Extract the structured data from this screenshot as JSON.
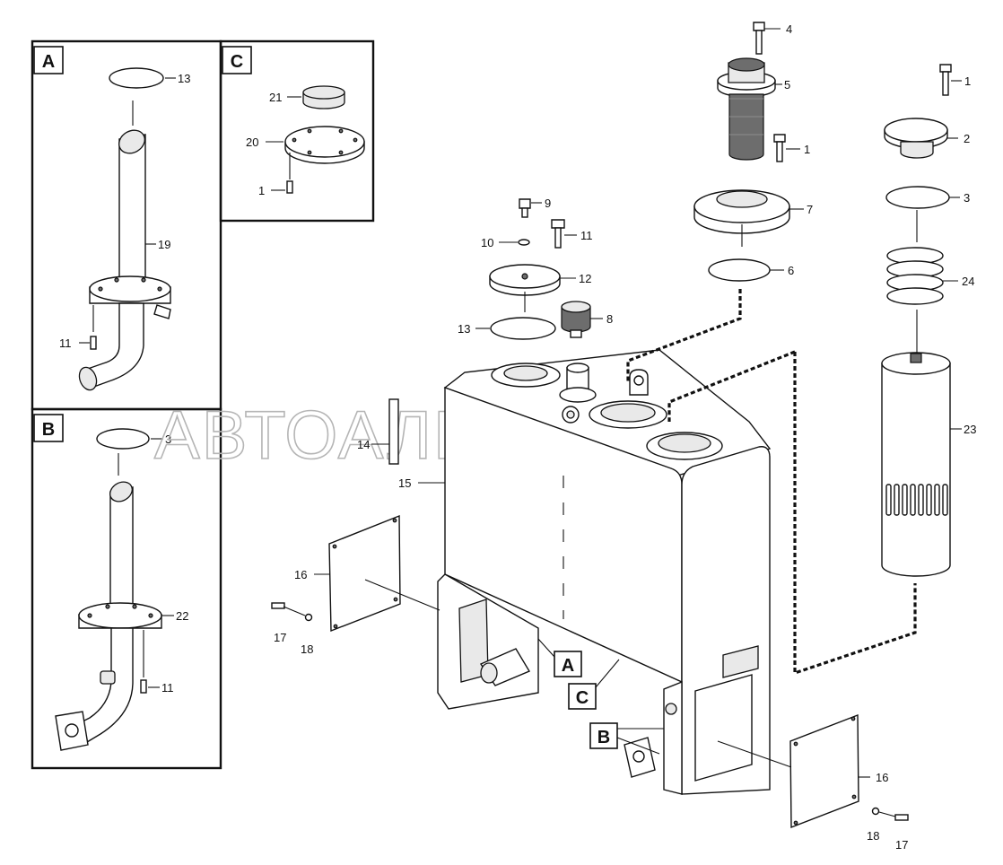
{
  "watermark": "АВТОАЛЬЯНС",
  "panels": {
    "A": "A",
    "B": "B",
    "C": "C"
  },
  "callouts": {
    "c1_top": "1",
    "c1_mid": "1",
    "c1_panelC": "1",
    "c2": "2",
    "c3_right": "3",
    "c3_panelB": "3",
    "c4": "4",
    "c5": "5",
    "c6": "6",
    "c7": "7",
    "c8": "8",
    "c9": "9",
    "c10": "10",
    "c11_top": "11",
    "c11_panelA": "11",
    "c11_panelB": "11",
    "c12": "12",
    "c13_top": "13",
    "c13_center": "13",
    "c14": "14",
    "c15": "15",
    "c16_left": "16",
    "c16_right": "16",
    "c17_left": "17",
    "c17_right": "17",
    "c18_left": "18",
    "c18_right": "18",
    "c19": "19",
    "c20": "20",
    "c21": "21",
    "c22": "22",
    "c23": "23",
    "c24": "24"
  },
  "tank_refs": {
    "A": "A",
    "B": "B",
    "C": "C"
  }
}
